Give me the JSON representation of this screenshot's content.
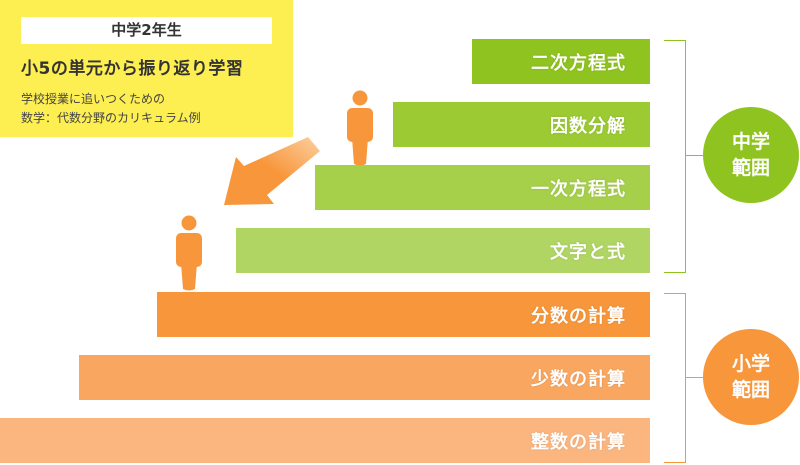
{
  "info": {
    "grade": "中学2年生",
    "headline": "小5の単元から振り返り学習",
    "desc_line1": "学校授業に追いつくための",
    "desc_line2": "数学：代数分野のカリキュラム例"
  },
  "steps": [
    {
      "label": "二次方程式",
      "color": "#8fc31f"
    },
    {
      "label": "因数分解",
      "color": "#9bca33"
    },
    {
      "label": "一次方程式",
      "color": "#a6cf4a"
    },
    {
      "label": "文字と式",
      "color": "#b0d563"
    },
    {
      "label": "分数の計算",
      "color": "#f7963a"
    },
    {
      "label": "少数の計算",
      "color": "#f9a660"
    },
    {
      "label": "整数の計算",
      "color": "#fbb680"
    }
  ],
  "groups": {
    "junior_high": {
      "line1": "中学",
      "line2": "範囲",
      "color": "#8fc31f"
    },
    "elementary": {
      "line1": "小学",
      "line2": "範囲",
      "color": "#f7963a"
    }
  },
  "colors": {
    "info_bg": "#fdee52",
    "person": "#f7963a",
    "arrow": "#f7963a"
  }
}
